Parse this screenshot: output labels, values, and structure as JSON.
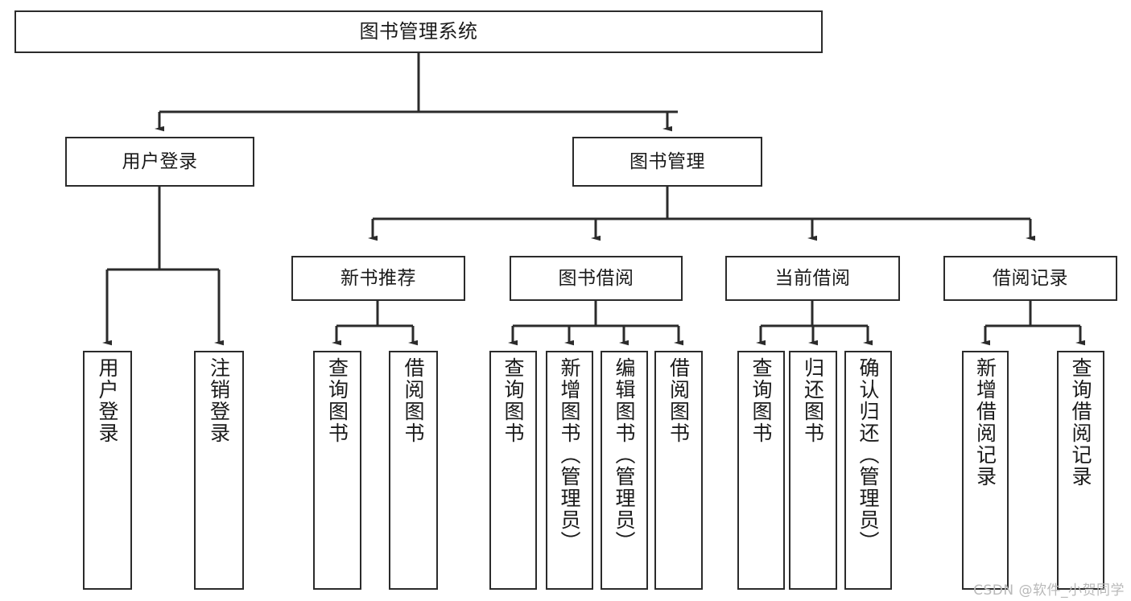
{
  "diagram": {
    "title": "图书管理系统",
    "type": "tree",
    "watermark": "CSDN @软件_小贺同学",
    "colors": {
      "box_border": "#2b2b2b",
      "box_fill": "#ffffff",
      "edge": "#2b2b2b",
      "text": "#1a1a1a",
      "watermark": "#b9b9b9",
      "background": "#ffffff"
    },
    "levels": {
      "root": {
        "label": "图书管理系统"
      },
      "level2": [
        {
          "label": "用户登录"
        },
        {
          "label": "图书管理"
        }
      ],
      "level3": [
        {
          "label": "新书推荐"
        },
        {
          "label": "图书借阅"
        },
        {
          "label": "当前借阅"
        },
        {
          "label": "借阅记录"
        }
      ],
      "leaves": [
        {
          "label": "用户登录",
          "parent": "用户登录"
        },
        {
          "label": "注销登录",
          "parent": "用户登录"
        },
        {
          "label": "查询图书",
          "parent": "新书推荐"
        },
        {
          "label": "借阅图书",
          "parent": "新书推荐"
        },
        {
          "label": "查询图书",
          "parent": "图书借阅"
        },
        {
          "label": "新增图书（管理员）",
          "parent": "图书借阅"
        },
        {
          "label": "编辑图书（管理员）",
          "parent": "图书借阅"
        },
        {
          "label": "借阅图书",
          "parent": "图书借阅"
        },
        {
          "label": "查询图书",
          "parent": "当前借阅"
        },
        {
          "label": "归还图书",
          "parent": "当前借阅"
        },
        {
          "label": "确认归还（管理员）",
          "parent": "当前借阅"
        },
        {
          "label": "新增借阅记录",
          "parent": "借阅记录"
        },
        {
          "label": "查询借阅记录",
          "parent": "借阅记录"
        }
      ]
    }
  }
}
